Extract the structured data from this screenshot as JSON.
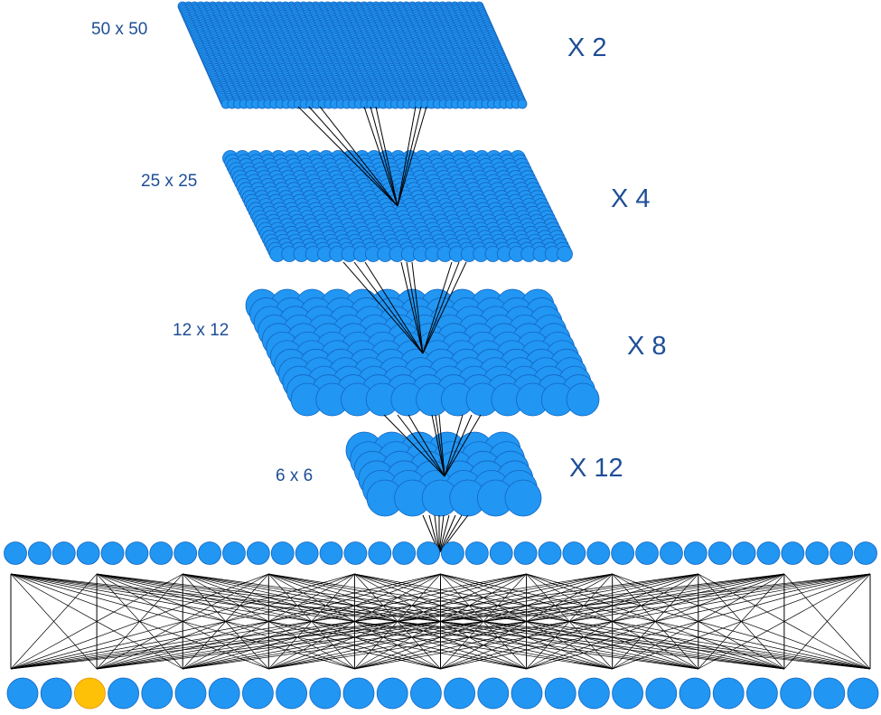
{
  "layers": [
    {
      "size_label": "50 x 50",
      "multiplier_label": "X 2",
      "grid": 50
    },
    {
      "size_label": "25 x 25",
      "multiplier_label": "X 4",
      "grid": 25
    },
    {
      "size_label": "12 x 12",
      "multiplier_label": "X 8",
      "grid": 12
    },
    {
      "size_label": "6 x 6",
      "multiplier_label": "X 12",
      "grid": 6
    }
  ],
  "dense_layer": {
    "node_count": 36
  },
  "output_layer": {
    "node_count": 26,
    "highlighted_index": 2
  },
  "colors": {
    "node_fill": "#2196f3",
    "node_stroke": "#1565c0",
    "highlight_fill": "#ffc107",
    "highlight_stroke": "#e09000",
    "edge": "#000000",
    "label": "#1f4e96"
  }
}
